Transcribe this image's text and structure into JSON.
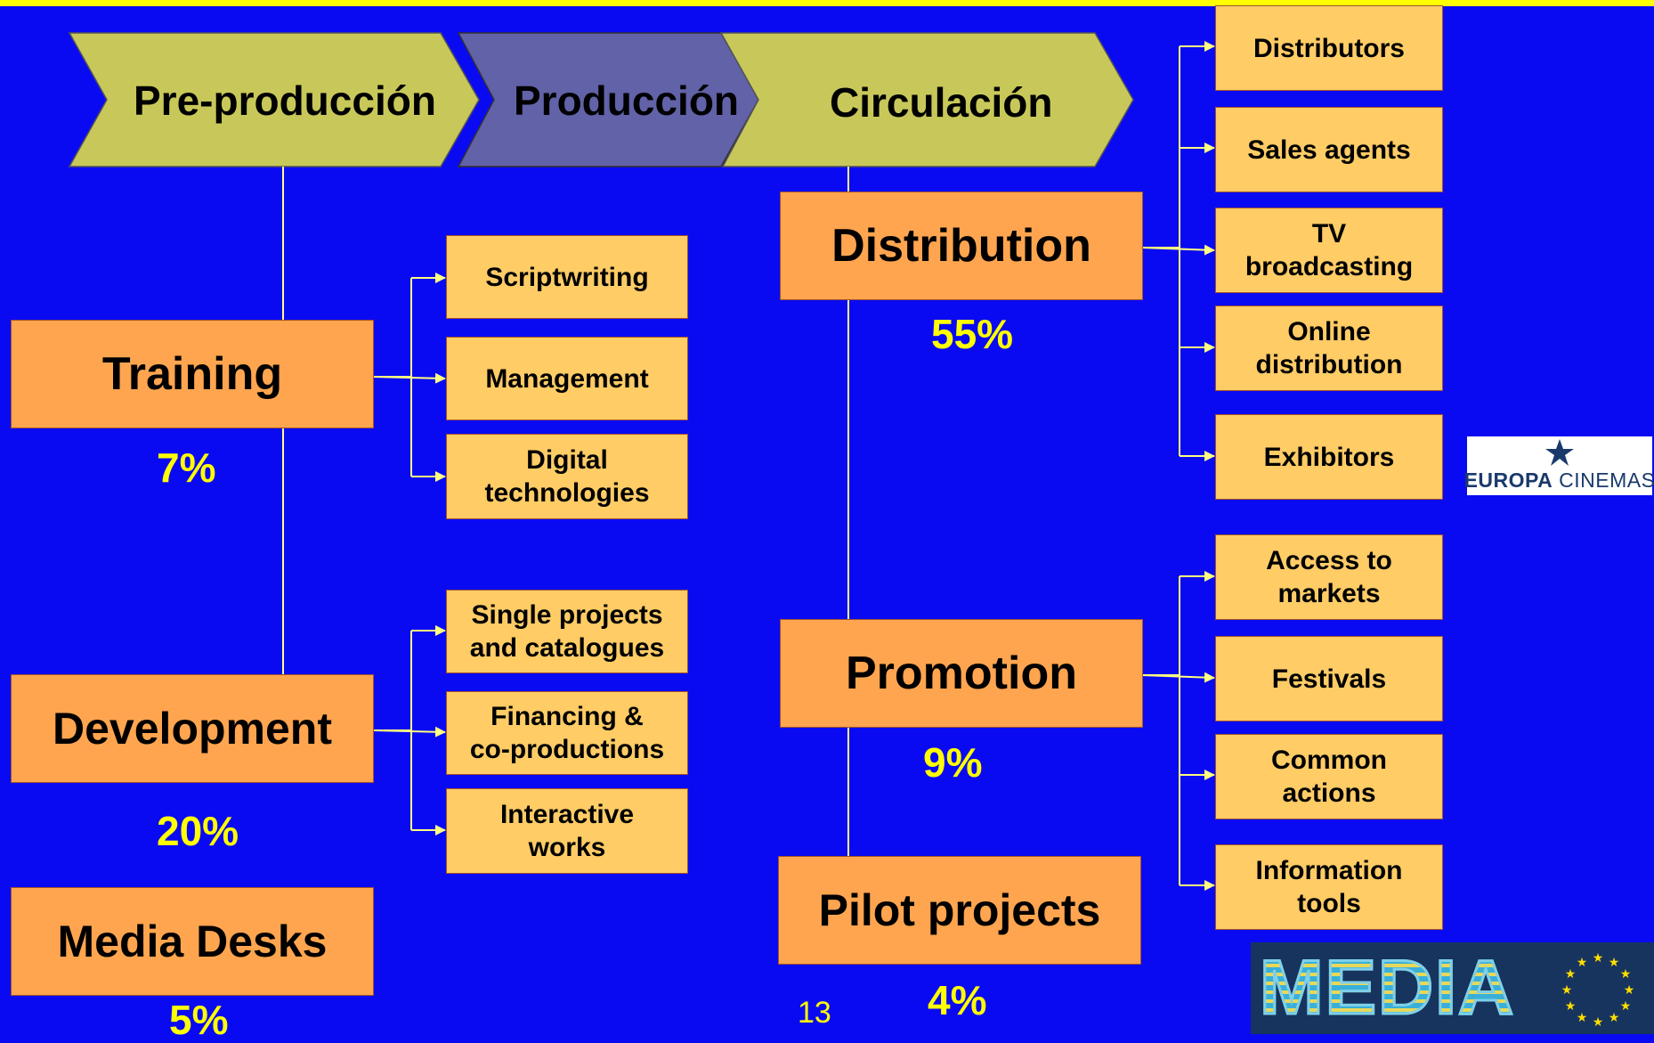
{
  "stages": [
    {
      "label": "Pre-producción",
      "color": "#c8c85a"
    },
    {
      "label": "Producción",
      "color": "#6262a8"
    },
    {
      "label": "Circulación",
      "color": "#c8c85a"
    }
  ],
  "left_column": {
    "training": {
      "label": "Training",
      "percent": "7%"
    },
    "development": {
      "label": "Development",
      "percent": "20%"
    },
    "media_desks": {
      "label": "Media Desks",
      "percent": "5%"
    },
    "training_subs": [
      "Scriptwriting",
      "Management",
      "Digital\ntechnologies"
    ],
    "development_subs": [
      "Single projects\nand catalogues",
      "Financing &\nco-productions",
      "Interactive\nworks"
    ]
  },
  "right_column": {
    "distribution": {
      "label": "Distribution",
      "percent": "55%"
    },
    "promotion": {
      "label": "Promotion",
      "percent": "9%"
    },
    "pilot_projects": {
      "label": "Pilot projects",
      "percent": "4%"
    },
    "distribution_subs": [
      "Distributors",
      "Sales agents",
      "TV\nbroadcasting",
      "Online\ndistribution",
      "Exhibitors"
    ],
    "promotion_subs": [
      "Access to\nmarkets",
      "Festivals",
      "Common\nactions",
      "Information\ntools"
    ]
  },
  "slide_number": "13",
  "logos": {
    "europa_bold": "EUROPA",
    "europa_light": "CINEMAS",
    "media": "MEDIA"
  },
  "colors": {
    "background": "#0a0af2",
    "main_box": "#ffa54f",
    "sub_box": "#ffcc66",
    "connector": "#ffff80",
    "percent_text": "#ffff00"
  }
}
